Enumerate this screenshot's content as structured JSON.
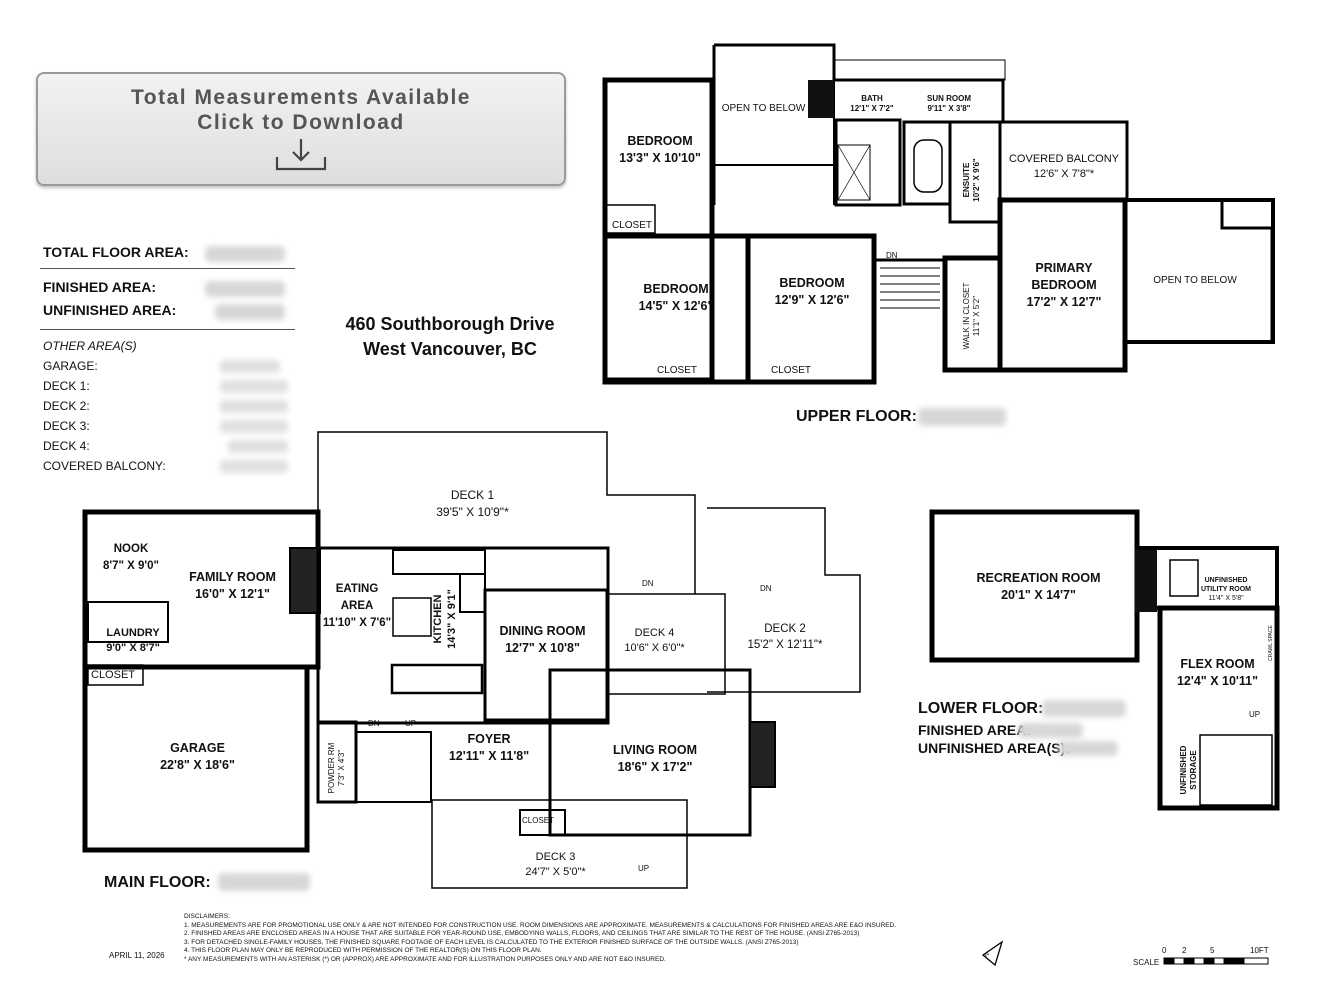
{
  "download": {
    "line1": "Total Measurements Available",
    "line2": "Click to Download",
    "icon": "download-icon"
  },
  "areas": {
    "total_floor_area": "TOTAL FLOOR AREA:",
    "finished_area": "FINISHED AREA:",
    "unfinished_area": "UNFINISHED AREA:",
    "other_heading": "OTHER AREA(S)",
    "garage": "GARAGE:",
    "deck1": "DECK 1:",
    "deck2": "DECK 2:",
    "deck3": "DECK 3:",
    "deck4": "DECK 4:",
    "covered_balcony": "COVERED BALCONY:"
  },
  "address": {
    "line1": "460 Southborough Drive",
    "line2": "West Vancouver, BC"
  },
  "upper_floor": {
    "title": "UPPER FLOOR:",
    "open_to_below_1": "OPEN TO BELOW",
    "open_to_below_2": "OPEN TO BELOW",
    "bath_name": "BATH",
    "bath_dims": "12'1\" X 7'2\"",
    "sun_name": "SUN ROOM",
    "sun_dims": "9'11\" X 3'8\"",
    "ensuite_name": "ENSUITE",
    "ensuite_dims": "10'2\" X 9'6\"",
    "bed1_name": "BEDROOM",
    "bed1_dims": "13'3\" X 10'10\"",
    "bed2_name": "BEDROOM",
    "bed2_dims": "14'5\" X 12'6\"",
    "bed3_name": "BEDROOM",
    "bed3_dims": "12'9\" X 12'6\"",
    "primary_name1": "PRIMARY",
    "primary_name2": "BEDROOM",
    "primary_dims": "17'2\" X 12'7\"",
    "covered_balcony_name": "COVERED BALCONY",
    "covered_balcony_dims": "12'6\" X 7'8\"*",
    "walkin_name": "WALK IN CLOSET",
    "walkin_dims": "11'1\" X 5'2\"",
    "closet1": "CLOSET",
    "closet2": "CLOSET",
    "closet3": "CLOSET",
    "dn": "DN"
  },
  "main_floor": {
    "title": "MAIN FLOOR:",
    "deck1_name": "DECK 1",
    "deck1_dims": "39'5\" X 10'9\"*",
    "deck2_name": "DECK 2",
    "deck2_dims": "15'2\" X 12'11\"*",
    "deck3_name": "DECK 3",
    "deck3_dims": "24'7\" X 5'0\"*",
    "deck4_name": "DECK 4",
    "deck4_dims": "10'6\" X 6'0\"*",
    "nook_name": "NOOK",
    "nook_dims": "8'7\" X 9'0\"",
    "family_name": "FAMILY ROOM",
    "family_dims": "16'0\" X 12'1\"",
    "eating_name1": "EATING",
    "eating_name2": "AREA",
    "eating_dims": "11'10\" X 7'6\"",
    "kitchen_name": "KITCHEN",
    "kitchen_dims": "14'3\" X 9'1\"",
    "dining_name": "DINING ROOM",
    "dining_dims": "12'7\" X 10'8\"",
    "laundry_name": "LAUNDRY",
    "laundry_dims": "9'0\" X 8'7\"",
    "closet_a": "CLOSET",
    "closet_b": "CLOSET",
    "garage_name": "GARAGE",
    "garage_dims": "22'8\" X 18'6\"",
    "powder_name": "POWDER RM",
    "powder_dims": "7'3\" X 4'3\"",
    "foyer_name": "FOYER",
    "foyer_dims": "12'11\" X 11'8\"",
    "living_name": "LIVING ROOM",
    "living_dims": "18'6\" X 17'2\"",
    "dn": "DN",
    "up": "UP"
  },
  "lower_floor": {
    "title": "LOWER FLOOR:",
    "finished_area": "FINISHED AREA:",
    "unfinished_areas": "UNFINISHED AREA(S):",
    "rec_name": "RECREATION ROOM",
    "rec_dims": "20'1\" X 14'7\"",
    "utility_name1": "UNFINISHED",
    "utility_name2": "UTILITY ROOM",
    "utility_dims": "11'4\" X 5'8\"",
    "flex_name": "FLEX ROOM",
    "flex_dims": "12'4\" X 10'11\"",
    "storage_name1": "UNFINISHED",
    "storage_name2": "STORAGE",
    "crawl_space": "CRAWL SPACE",
    "up": "UP"
  },
  "footer": {
    "date": "APRIL 11, 2026",
    "disclaimers_title": "DISCLAIMERS:",
    "d1": "1. MEASUREMENTS ARE FOR PROMOTIONAL USE ONLY & ARE NOT INTENDED FOR CONSTRUCTION USE. ROOM DIMENSIONS ARE APPROXIMATE. MEASUREMENTS & CALCULATIONS FOR FINISHED AREAS ARE E&O INSURED.",
    "d2": "2. FINISHED AREAS ARE ENCLOSED AREAS IN A HOUSE THAT ARE SUITABLE FOR YEAR-ROUND USE, EMBODYING WALLS, FLOORS, AND CEILINGS THAT ARE SIMILAR TO THE REST OF THE HOUSE. (ANSI Z765-2013)",
    "d3": "3. FOR DETACHED SINGLE-FAMILY HOUSES, THE FINISHED SQUARE FOOTAGE OF EACH LEVEL IS CALCULATED TO THE EXTERIOR FINISHED SURFACE OF THE OUTSIDE WALLS. (ANSI Z765-2013)",
    "d4": "4. THIS FLOOR PLAN MAY ONLY BE REPRODUCED WITH PERMISSION OF THE REALTOR(S) ON THIS FLOOR PLAN.",
    "d5": "* ANY MEASUREMENTS WITH AN ASTERISK (*) OR (APPROX) ARE APPROXIMATE AND FOR ILLUSTRATION PURPOSES ONLY AND ARE NOT E&O INSURED.",
    "scale_label": "SCALE",
    "s0": "0",
    "s2": "2",
    "s5": "5",
    "s10": "10FT",
    "north_label": "N"
  },
  "icons": {
    "north": "north-arrow-icon",
    "scale": "scale-bar-icon"
  }
}
